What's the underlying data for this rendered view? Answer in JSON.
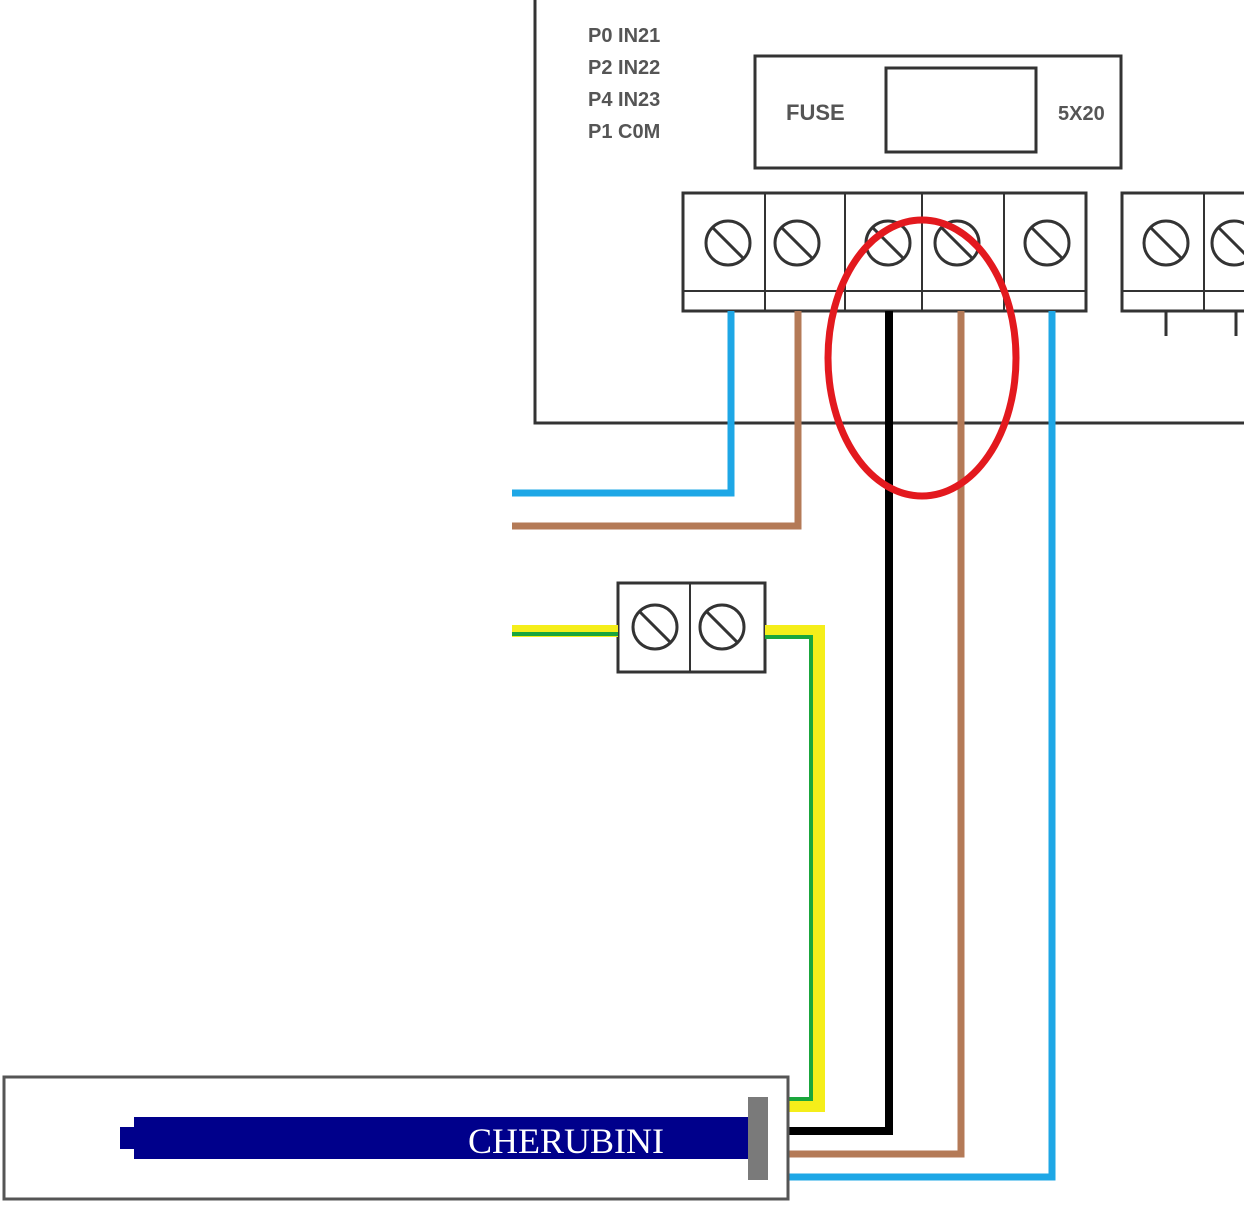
{
  "control_box": {
    "pin_labels": [
      "P0 IN21",
      "P2 IN22",
      "P4 IN23",
      "P1 C0M"
    ],
    "fuse": {
      "label": "FUSE",
      "size": "5X20"
    }
  },
  "motor": {
    "brand": "CHERUBINI"
  },
  "colors": {
    "blue": "#1ea7e6",
    "brown": "#b47a57",
    "black": "#000000",
    "earth_green": "#1aa63c",
    "earth_yellow": "#f5ee1a",
    "highlight": "#e3191e",
    "motor_body": "#00008b",
    "motor_cap": "#7a7a7a"
  }
}
